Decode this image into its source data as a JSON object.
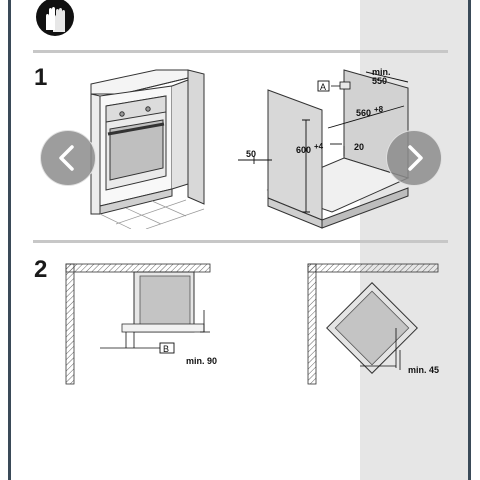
{
  "steps": {
    "one": "1",
    "two": "2"
  },
  "icons": {
    "top": "gloves-icon",
    "prev": "chevron-left-icon",
    "next": "chevron-right-icon"
  },
  "niche": {
    "label_a": "A",
    "min_word": "min.",
    "width_min": "550",
    "depth_value": "560",
    "depth_tol": "+8",
    "height_value": "600",
    "height_tol": "+4",
    "dim_20": "20",
    "dim_50": "50"
  },
  "corner_left": {
    "label_b": "B",
    "clearance": "min. 90"
  },
  "corner_right": {
    "clearance": "min. 45"
  },
  "colors": {
    "frame": "#3a4a58",
    "panel": "#e6e6e6",
    "divider": "#c7c7c7",
    "nav_button": "#8c8c8c"
  }
}
